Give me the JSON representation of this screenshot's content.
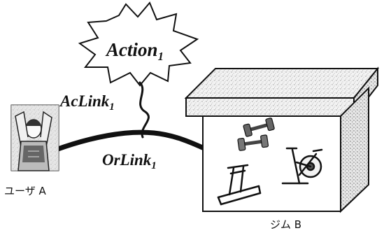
{
  "figure": {
    "action_node": {
      "label_main": "Action",
      "label_sub": "1"
    },
    "action_link": {
      "label_main": "AcLink",
      "label_sub": "1"
    },
    "origin_link": {
      "label_main": "OrLink",
      "label_sub": "1"
    },
    "user": {
      "caption": "ユーザ A"
    },
    "gym": {
      "caption": "ジム B"
    }
  },
  "icons": [
    "starburst-icon",
    "person-icon",
    "gym-box-icon",
    "dumbbell-icon",
    "exercise-bike-icon",
    "treadmill-icon"
  ]
}
